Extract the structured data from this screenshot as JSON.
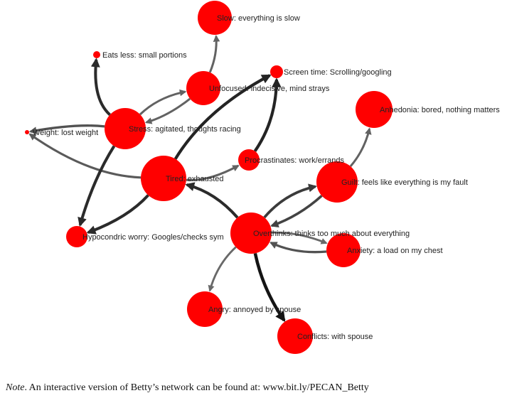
{
  "colors": {
    "node": "#ff0000",
    "label": "#222222"
  },
  "network": {
    "nodes": [
      {
        "id": "slow",
        "label": "Slow: everything is slow"
      },
      {
        "id": "eats",
        "label": "Eats less: small portions"
      },
      {
        "id": "screen",
        "label": "Screen time: Scrolling/googling"
      },
      {
        "id": "unfocused",
        "label": "Unfocused: indecisive, mind strays"
      },
      {
        "id": "anhedonia",
        "label": "Anhedonia: bored, nothing matters"
      },
      {
        "id": "weight",
        "label": "Weight: lost weight"
      },
      {
        "id": "stress",
        "label": "Stress: agitated, thoughts racing"
      },
      {
        "id": "procrastinates",
        "label": "Procrastinates: work/errands"
      },
      {
        "id": "tired",
        "label": "Tired: exhausted"
      },
      {
        "id": "guilt",
        "label": "Guilt: feels like everything is my fault"
      },
      {
        "id": "hypocondric",
        "label": "Hypocondric worry: Googles/checks sym"
      },
      {
        "id": "overthinks",
        "label": "Overthinks: thinks too much about everything"
      },
      {
        "id": "anxiety",
        "label": "Anxiety: a load on my chest"
      },
      {
        "id": "angry",
        "label": "Angry: annoyed by spouse"
      },
      {
        "id": "conflicts",
        "label": "Conflicts: with spouse"
      }
    ],
    "edges": [
      {
        "from": "unfocused",
        "to": "slow",
        "weight": 0.5
      },
      {
        "from": "stress",
        "to": "eats",
        "weight": 0.85
      },
      {
        "from": "stress",
        "to": "unfocused",
        "weight": 0.5
      },
      {
        "from": "unfocused",
        "to": "stress",
        "weight": 0.5
      },
      {
        "from": "stress",
        "to": "weight",
        "weight": 0.6
      },
      {
        "from": "tired",
        "to": "weight",
        "weight": 0.55
      },
      {
        "from": "stress",
        "to": "hypocondric",
        "weight": 0.85
      },
      {
        "from": "tired",
        "to": "hypocondric",
        "weight": 0.85
      },
      {
        "from": "tired",
        "to": "screen",
        "weight": 0.9
      },
      {
        "from": "procrastinates",
        "to": "screen",
        "weight": 0.9
      },
      {
        "from": "tired",
        "to": "procrastinates",
        "weight": 0.5
      },
      {
        "from": "overthinks",
        "to": "tired",
        "weight": 0.85
      },
      {
        "from": "overthinks",
        "to": "guilt",
        "weight": 0.75
      },
      {
        "from": "guilt",
        "to": "overthinks",
        "weight": 0.7
      },
      {
        "from": "guilt",
        "to": "anhedonia",
        "weight": 0.5
      },
      {
        "from": "overthinks",
        "to": "anxiety",
        "weight": 0.45
      },
      {
        "from": "anxiety",
        "to": "overthinks",
        "weight": 0.6
      },
      {
        "from": "overthinks",
        "to": "angry",
        "weight": 0.45
      },
      {
        "from": "overthinks",
        "to": "conflicts",
        "weight": 1.0
      }
    ]
  },
  "note": {
    "lead": "Note",
    "text": ". An interactive version of Betty’s network can be found at: www.bit.ly/PECAN_Betty"
  }
}
